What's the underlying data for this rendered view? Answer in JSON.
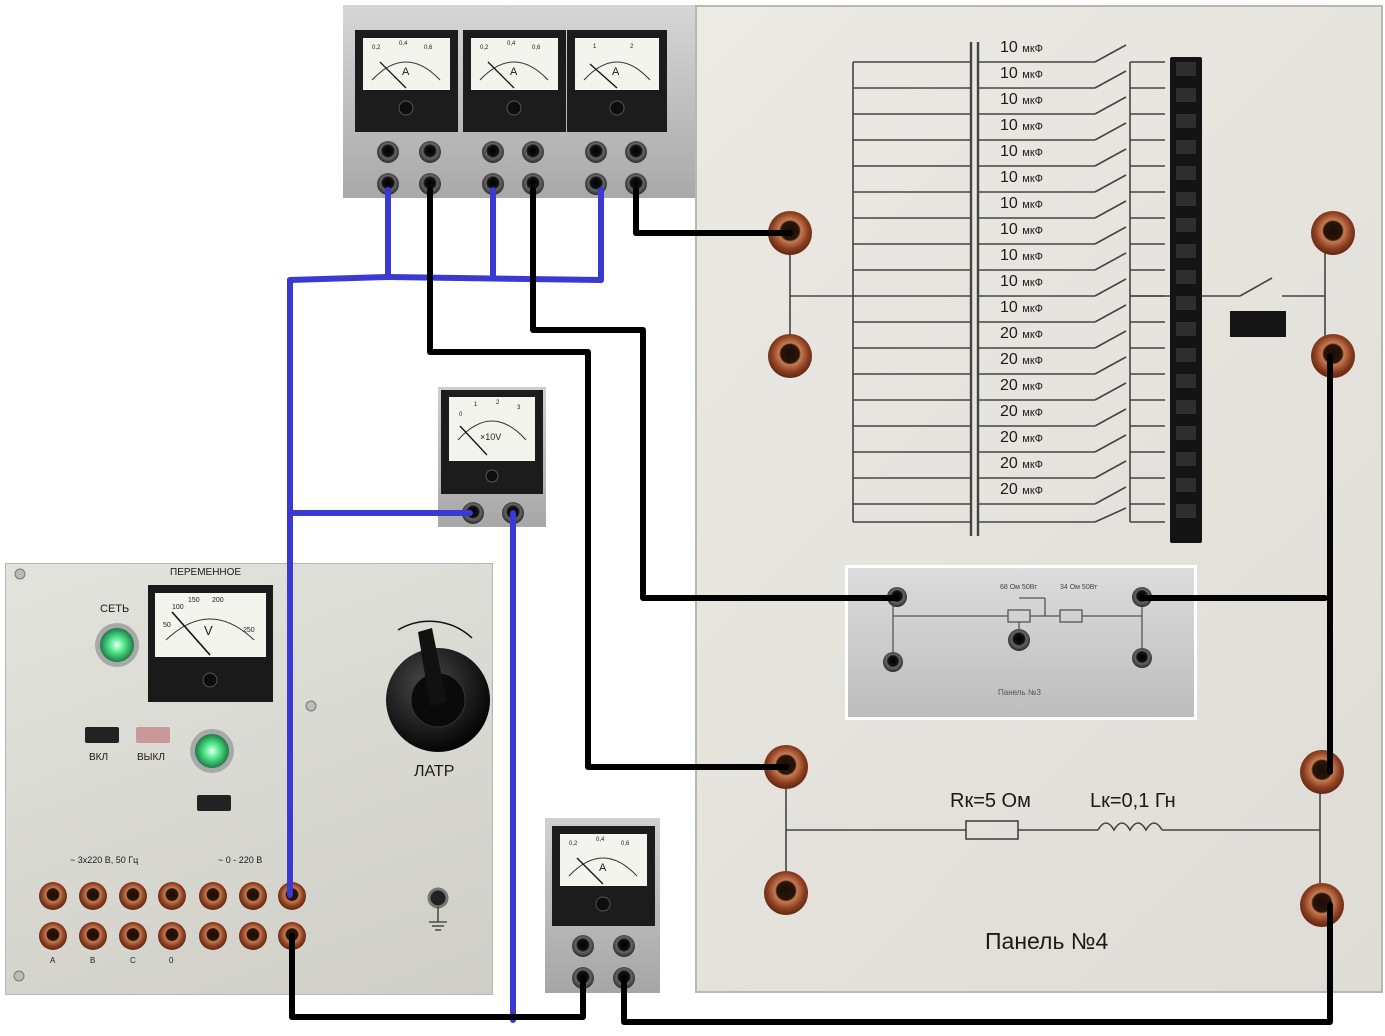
{
  "capacitors": [
    {
      "value": "10",
      "unit": "мкФ"
    },
    {
      "value": "10",
      "unit": "мкФ"
    },
    {
      "value": "10",
      "unit": "мкФ"
    },
    {
      "value": "10",
      "unit": "мкФ"
    },
    {
      "value": "10",
      "unit": "мкФ"
    },
    {
      "value": "10",
      "unit": "мкФ"
    },
    {
      "value": "10",
      "unit": "мкФ"
    },
    {
      "value": "10",
      "unit": "мкФ"
    },
    {
      "value": "10",
      "unit": "мкФ"
    },
    {
      "value": "10",
      "unit": "мкФ"
    },
    {
      "value": "10",
      "unit": "мкФ"
    },
    {
      "value": "20",
      "unit": "мкФ"
    },
    {
      "value": "20",
      "unit": "мкФ"
    },
    {
      "value": "20",
      "unit": "мкФ"
    },
    {
      "value": "20",
      "unit": "мкФ"
    },
    {
      "value": "20",
      "unit": "мкФ"
    },
    {
      "value": "20",
      "unit": "мкФ"
    },
    {
      "value": "20",
      "unit": "мкФ"
    }
  ],
  "main_panel": {
    "title": "Панель №4",
    "resistor_label": "Rк=5 Ом",
    "inductor_label": "Lк=0,1 Гн"
  },
  "ammeters": {
    "unit": "А",
    "scale": [
      "0,2",
      "0,4",
      "0,6"
    ],
    "third_scale": [
      "1",
      "2"
    ]
  },
  "voltmeter": {
    "multiplier": "×10V",
    "scale": [
      "0",
      "1",
      "2",
      "3"
    ]
  },
  "resistor_panel": {
    "r1_label": "68 Ом 50Вт",
    "r2_label": "34 Ом 50Вт",
    "footer": "Панель №3"
  },
  "supply": {
    "meter_title": "ПЕРЕМЕННОЕ",
    "meter_unit": "V",
    "meter_scale": [
      "50",
      "100",
      "150",
      "200",
      "250"
    ],
    "network_label": "СЕТЬ",
    "on_label": "ВКЛ",
    "off_label": "ВЫКЛ",
    "latr_label": "ЛАТР",
    "three_phase_label": "~ 3х220 В, 50 Гц",
    "variable_label": "~ 0 - 220 В",
    "phase_labels": [
      "A",
      "B",
      "C",
      "0"
    ]
  },
  "colors": {
    "wire_black": "#000000",
    "wire_blue": "#3a3ad2",
    "terminal": "#9a4a2a",
    "lamp": "#39e07a"
  }
}
